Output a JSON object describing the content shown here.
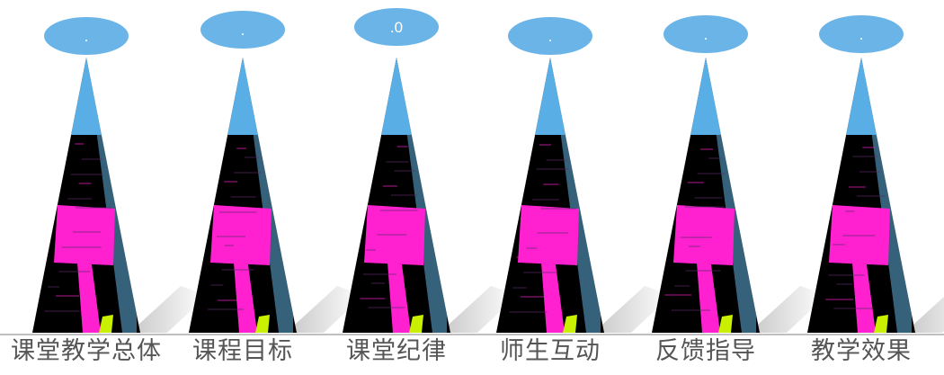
{
  "colors": {
    "bubble": "#6ab4e8",
    "pyramid_top": "#5aaee6",
    "pyramid_body": "#000000",
    "pyramid_panel": "#ff21d0",
    "pyramid_side": "#60b0e0",
    "accent_yellow": "#c8f000",
    "baseline": "#aaaaaa",
    "label_text": "#555555"
  },
  "pyramids": [
    {
      "label": "课堂教学总体",
      "value": "."
    },
    {
      "label": "课程目标",
      "value": "."
    },
    {
      "label": "课堂纪律",
      "value": ".0"
    },
    {
      "label": "师生互动",
      "value": "."
    },
    {
      "label": "反馈指导",
      "value": "."
    },
    {
      "label": "教学效果",
      "value": "."
    }
  ]
}
